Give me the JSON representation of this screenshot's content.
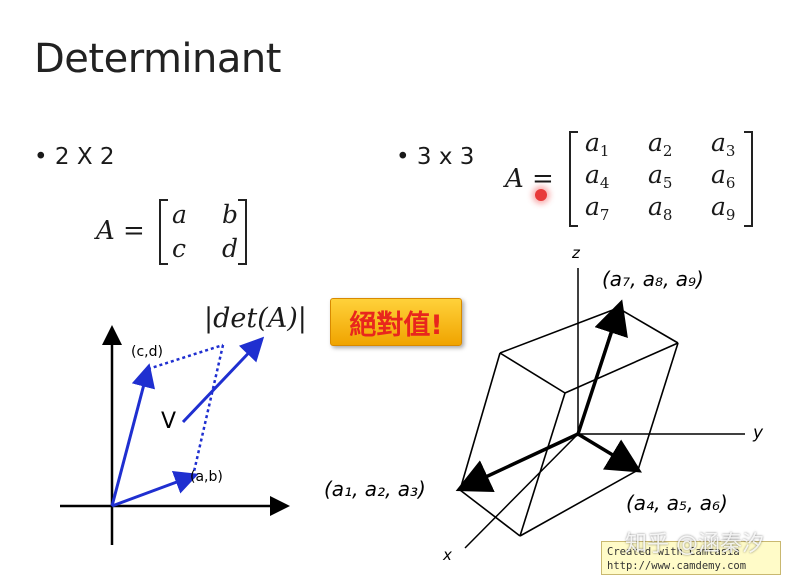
{
  "title": "Determinant",
  "bullet_2x2": "2 X 2",
  "bullet_3x3": "3 x 3",
  "matrix_2x2": {
    "lhs": "A =",
    "row1": [
      "a",
      "b"
    ],
    "row2": [
      "c",
      "d"
    ]
  },
  "matrix_3x3": {
    "lhs": "A =",
    "rows": [
      [
        {
          "v": "a",
          "s": "1"
        },
        {
          "v": "a",
          "s": "2"
        },
        {
          "v": "a",
          "s": "3"
        }
      ],
      [
        {
          "v": "a",
          "s": "4"
        },
        {
          "v": "a",
          "s": "5"
        },
        {
          "v": "a",
          "s": "6"
        }
      ],
      [
        {
          "v": "a",
          "s": "7"
        },
        {
          "v": "a",
          "s": "8"
        },
        {
          "v": "a",
          "s": "9"
        }
      ]
    ]
  },
  "det_expression": "|det(A)|",
  "badge_text": "絕對值!",
  "plot_2d": {
    "label_cd": "(c,d)",
    "label_ab": "(a,b)",
    "label_v": "V"
  },
  "plot_3d": {
    "axis_z": "z",
    "axis_y": "y",
    "axis_x": "x",
    "label_top": "(a₇, a₈, a₉)",
    "label_left": "(a₁, a₂, a₃)",
    "label_right": "(a₄, a₅, a₆)"
  },
  "watermark": {
    "zh": "知乎 @涵秦汐",
    "cam_line1": "Created with Camtasia",
    "cam_line2": "http://www.camdemy.com"
  },
  "colors": {
    "vector_blue": "#1f2fd0",
    "badge_bg": "#f7b800",
    "badge_text": "#e8261d"
  }
}
